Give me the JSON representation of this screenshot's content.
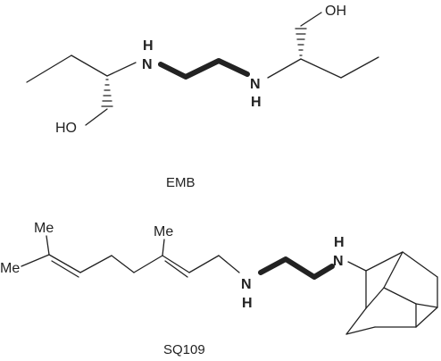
{
  "emb": {
    "caption": "EMB",
    "atoms": {
      "hydroxyl_top": "OH",
      "hydroxyl_bottom": "HO",
      "nitrogen": "N",
      "hydrogen": "H"
    }
  },
  "sq109": {
    "caption": "SQ109",
    "atoms": {
      "methyl": "Me",
      "nitrogen": "N",
      "hydrogen": "H"
    }
  }
}
